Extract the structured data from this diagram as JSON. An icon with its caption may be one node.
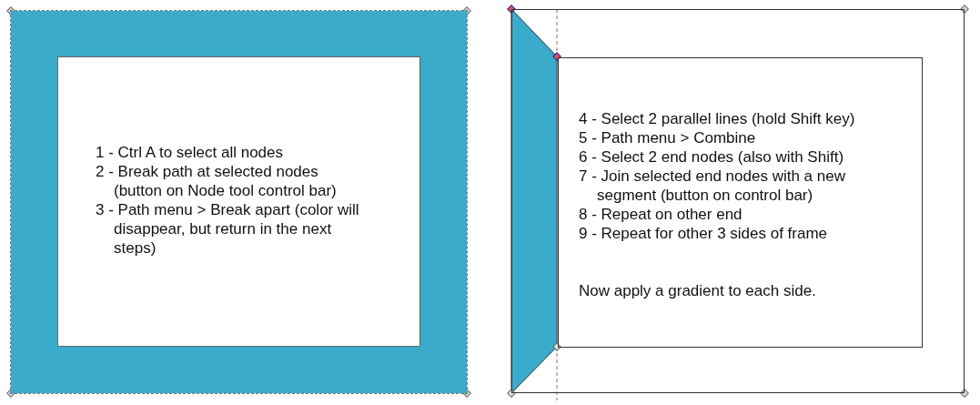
{
  "diagram": {
    "nodes": [
      {
        "text": [
          "1 - Ctrl A to select all nodes",
          "2 - Break path at selected nodes (button on Node tool control bar)",
          "3 - Path menu > Break apart (color will disappear, but return in the next steps)"
        ]
      },
      {
        "text": [],
        "shape": "box"
      },
      {
        "text": [
          "4 - Select 2 parallel lines (hold Shift key)",
          "5 - Path menu > Combine",
          "6 - Select 2 end nodes (also with Shift)",
          "7 - Join selected end nodes with a new segment (button on control bar)",
          "8 - Repeat on other end",
          "9 - Repeat for other 3 sides of frame",
          "Now apply a gradient to each side."
        ],
        "in": 1
      }
    ]
  }
}
